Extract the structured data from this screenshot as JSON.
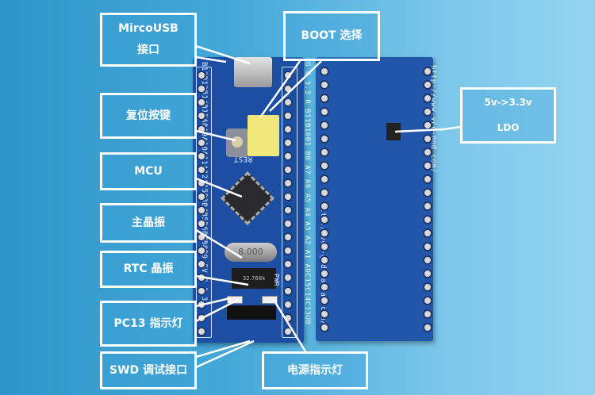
{
  "labels": {
    "usb": [
      "MircoUSB",
      "接口"
    ],
    "boot": "BOOT 选择",
    "reset": "复位按键",
    "mcu": "MCU",
    "main_crystal": "主晶振",
    "rtc_crystal": "RTC 晶振",
    "pc13_led": "PC13 指示灯",
    "swd": "SWD 调试接口",
    "power_led": "电源指示灯",
    "ldo": [
      "5v->3.3v",
      "LDO"
    ]
  },
  "silkscreen": {
    "left_header": "B12B13B14B15A8A9A10A11A12A15B3B4B5B6B7B8B9 5V G 3.3",
    "right_header": "G G 3.3 R B11B10B1 B0 A7 A6 A5 A4 A3 A2 A1 ADC15C14C13UB",
    "url_front": "http://vcc-gnd.taobao.com/",
    "url_back": "http://www.vcc-gnd.com/",
    "reset_text": "REST",
    "pwr_text": "PWR",
    "crystal_main": "8.000",
    "crystal_rtc": "32.768k"
  },
  "colors": {
    "pcb": "#1c4fa3",
    "background": "#45a9d8",
    "jumper": "#f0e87a"
  }
}
